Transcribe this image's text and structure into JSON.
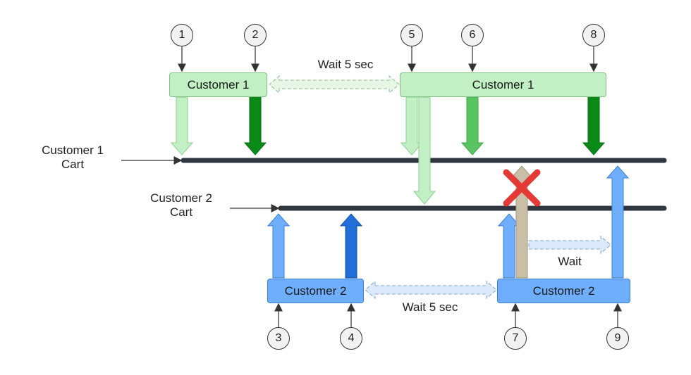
{
  "steps": [
    "1",
    "2",
    "3",
    "4",
    "5",
    "6",
    "7",
    "8",
    "9"
  ],
  "customer1": {
    "label": "Customer 1",
    "cart_label": "Customer 1\nCart"
  },
  "customer2": {
    "label": "Customer 2",
    "cart_label": "Customer 2\nCart"
  },
  "waits": {
    "top": "Wait 5 sec",
    "bottom": "Wait 5 sec",
    "short": "Wait"
  },
  "colors": {
    "green_light": "#c2f0c4",
    "green_mid": "#5ac463",
    "green_dark": "#0a8a16",
    "blue_light": "#6eaefc",
    "blue_dark": "#1f6fd6",
    "blocked": "#c9bfa6",
    "cart_line": "#2f3640",
    "cross": "#e53935"
  }
}
